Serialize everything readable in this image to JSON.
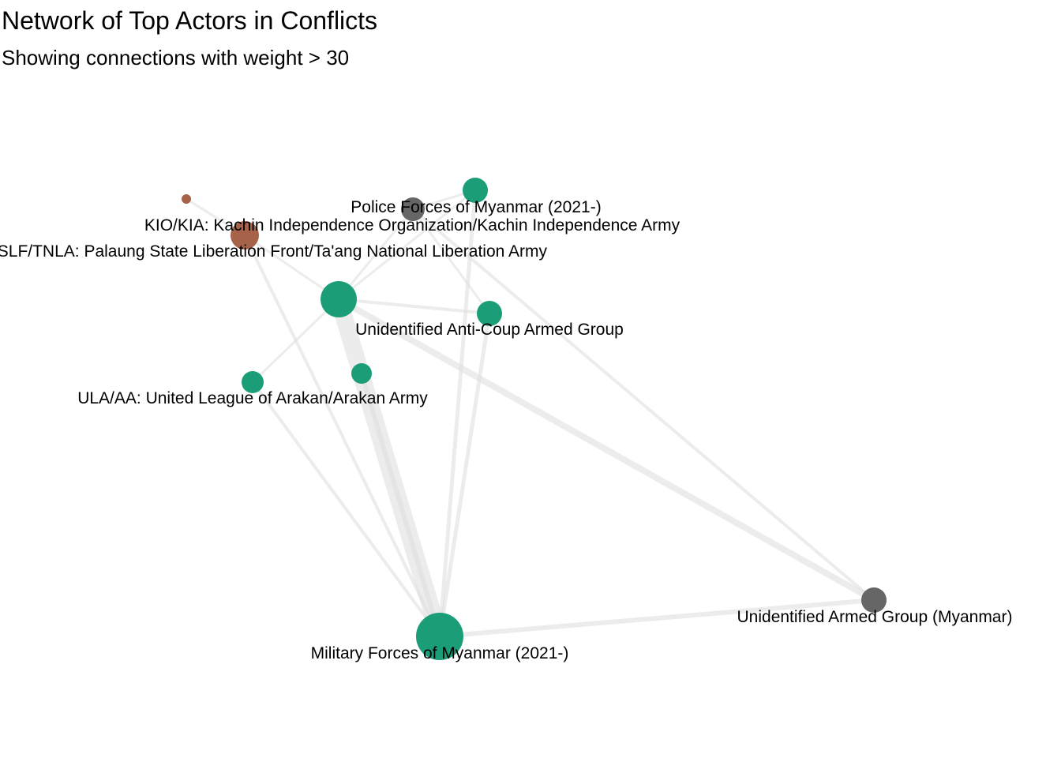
{
  "title": "Network of Top Actors in Conflicts",
  "subtitle": "Showing connections with weight > 30",
  "colors": {
    "edge": "#e0e0e0",
    "group_green": "#1b9e77",
    "group_brown": "#a6634a",
    "group_gray": "#666666"
  },
  "nodes": [
    {
      "id": "military",
      "label": "Military Forces of Myanmar (2021-)",
      "group": "green"
    },
    {
      "id": "unident_armed",
      "label": "Unidentified Armed Group (Myanmar)",
      "group": "gray"
    },
    {
      "id": "police",
      "label": "Police Forces of Myanmar (2021-)",
      "group": "gray"
    },
    {
      "id": "kio",
      "label": "KIO/KIA: Kachin Independence Organization/Kachin Independence Army",
      "group": "green"
    },
    {
      "id": "tnla",
      "label": "PSLF/TNLA: Palaung State Liberation Front/Ta'ang National Liberation Army",
      "group": "brown"
    },
    {
      "id": "unident_anticoup",
      "label": "Unidentified Anti-Coup Armed Group",
      "group": "green"
    },
    {
      "id": "ula",
      "label": "ULA/AA: United League of Arakan/Arakan Army",
      "group": "green"
    },
    {
      "id": "hub",
      "label": "",
      "group": "green"
    },
    {
      "id": "small_green",
      "label": "",
      "group": "green"
    },
    {
      "id": "small_brown",
      "label": "",
      "group": "brown"
    }
  ],
  "edges": [
    {
      "source": "hub",
      "target": "military"
    },
    {
      "source": "hub",
      "target": "unident_armed"
    },
    {
      "source": "hub",
      "target": "unident_anticoup"
    },
    {
      "source": "hub",
      "target": "kio"
    },
    {
      "source": "hub",
      "target": "police"
    },
    {
      "source": "hub",
      "target": "ula"
    },
    {
      "source": "hub",
      "target": "tnla"
    },
    {
      "source": "military",
      "target": "unident_armed"
    },
    {
      "source": "military",
      "target": "unident_anticoup"
    },
    {
      "source": "military",
      "target": "kio"
    },
    {
      "source": "military",
      "target": "tnla"
    },
    {
      "source": "military",
      "target": "ula"
    },
    {
      "source": "military",
      "target": "small_green"
    },
    {
      "source": "police",
      "target": "unident_armed"
    },
    {
      "source": "police",
      "target": "unident_anticoup"
    },
    {
      "source": "police",
      "target": "kio"
    },
    {
      "source": "tnla",
      "target": "small_brown"
    }
  ]
}
